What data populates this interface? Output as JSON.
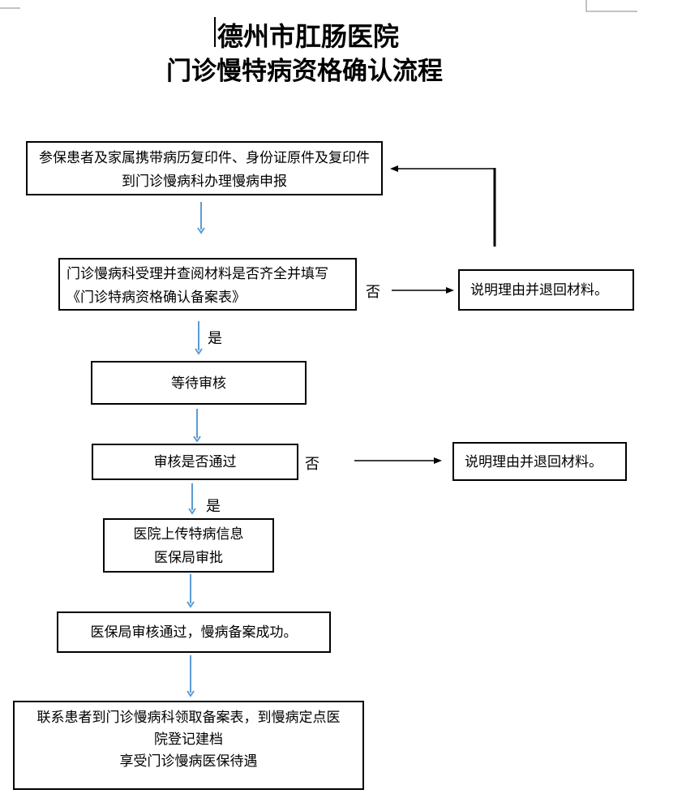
{
  "document": {
    "title_line1": "德州市肛肠医院",
    "title_line2": "门诊慢特病资格确认流程"
  },
  "flowchart": {
    "decision_labels": {
      "yes": "是",
      "no": "否"
    },
    "boxes": {
      "apply": {
        "line1": "参保患者及家属携带病历复印件、身份证原件及复印件",
        "line2": "到门诊慢病科办理慢病申报"
      },
      "review": {
        "line1": "门诊慢病科受理并查阅材料是否齐全并填写",
        "line2": "《门诊特病资格确认备案表》"
      },
      "return_top": {
        "text": "说明理由并退回材料。"
      },
      "wait": {
        "text": "等待审核"
      },
      "audit": {
        "text": "审核是否通过"
      },
      "return_bottom": {
        "text": "说明理由并退回材料。"
      },
      "upload": {
        "line1": "医院上传特病信息",
        "line2": "医保局审批"
      },
      "approved": {
        "text": "医保局审核通过，慢病备案成功。"
      },
      "final": {
        "line1": "联系患者到门诊慢病科领取备案表，到慢病定点医院登记建档",
        "line2": "享受门诊慢病医保待遇"
      }
    }
  },
  "colors": {
    "arrow_blue": "#5B9BD5",
    "arrow_black": "#000000",
    "crop_mark_gray": "#C3C3C3"
  }
}
